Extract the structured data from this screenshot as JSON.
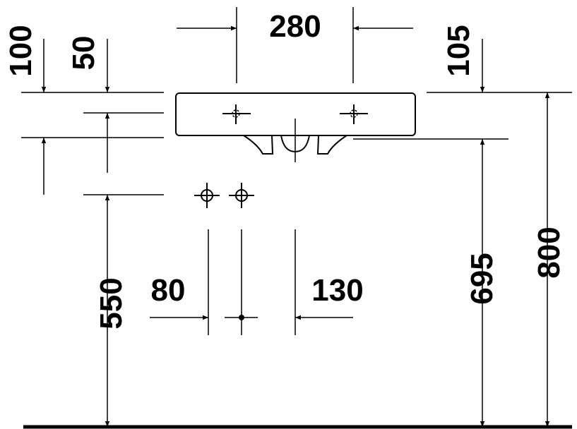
{
  "drawing": {
    "dimensions": {
      "top_width": "280",
      "left_top_100": "100",
      "left_top_50": "50",
      "right_top_105": "105",
      "height_550": "550",
      "offset_80": "80",
      "offset_130": "130",
      "height_695": "695",
      "height_800": "800"
    },
    "color": "#000000"
  }
}
